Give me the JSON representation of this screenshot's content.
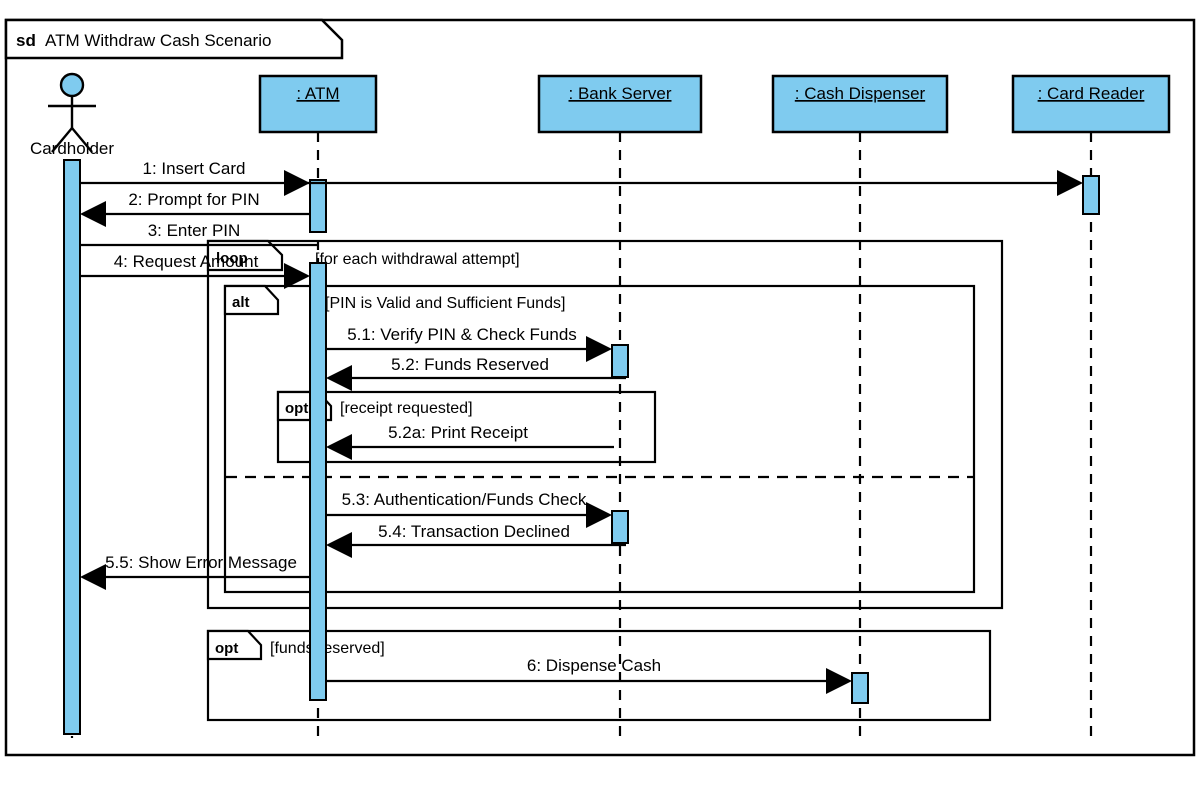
{
  "frame": {
    "kind": "sd",
    "name": "ATM Withdraw Cash Scenario"
  },
  "colors": {
    "lifeline_fill": "#7FCBEF",
    "stroke": "#000000",
    "background": "#FFFFFF"
  },
  "actor": {
    "name": "Cardholder",
    "icon": "stick-figure-actor"
  },
  "lifelines": [
    {
      "label": ": ATM",
      "name": "atm"
    },
    {
      "label": ": Bank Server",
      "name": "bank-server"
    },
    {
      "label": ": Cash Dispenser",
      "name": "cash-dispenser"
    },
    {
      "label": ": Card Reader",
      "name": "card-reader"
    }
  ],
  "messages": [
    {
      "id": "m1",
      "label": "1: Insert Card",
      "from": "Cardholder",
      "to": ": Card Reader",
      "direction": "right"
    },
    {
      "id": "m2",
      "label": "2: Prompt for PIN",
      "from": ": ATM",
      "to": "Cardholder",
      "direction": "left"
    },
    {
      "id": "m3",
      "label": "3: Enter PIN",
      "from": "Cardholder",
      "to": ": ATM",
      "direction": "right"
    },
    {
      "id": "m4",
      "label": "4: Request Amount",
      "from": "Cardholder",
      "to": ": ATM",
      "direction": "right"
    },
    {
      "id": "m51",
      "label": "5.1: Verify PIN & Check Funds",
      "from": ": ATM",
      "to": ": Bank Server",
      "direction": "right"
    },
    {
      "id": "m52",
      "label": "5.2: Funds Reserved",
      "from": ": Bank Server",
      "to": ": ATM",
      "direction": "left"
    },
    {
      "id": "m52a",
      "label": "5.2a: Print Receipt",
      "from": ": Bank Server",
      "to": ": ATM",
      "direction": "left"
    },
    {
      "id": "m53",
      "label": "5.3: Authentication/Funds Check",
      "from": ": ATM",
      "to": ": Bank Server",
      "direction": "right"
    },
    {
      "id": "m54",
      "label": "5.4: Transaction Declined",
      "from": ": Bank Server",
      "to": ": ATM",
      "direction": "left"
    },
    {
      "id": "m55",
      "label": "5.5: Show Error Message",
      "from": ": ATM",
      "to": "Cardholder",
      "direction": "left"
    },
    {
      "id": "m6",
      "label": "6: Dispense Cash",
      "from": ": ATM",
      "to": ": Cash Dispenser",
      "direction": "right"
    }
  ],
  "fragments": [
    {
      "name": "loop-fragment",
      "kind": "loop",
      "guard": "[for each withdrawal attempt]"
    },
    {
      "name": "alt-fragment",
      "kind": "alt",
      "guard": "[PIN is Valid and Sufficient Funds]"
    },
    {
      "name": "opt-receipt-fragment",
      "kind": "opt",
      "guard": "[receipt requested]"
    },
    {
      "name": "opt-dispense-fragment",
      "kind": "opt",
      "guard": "[funds reserved]"
    }
  ]
}
